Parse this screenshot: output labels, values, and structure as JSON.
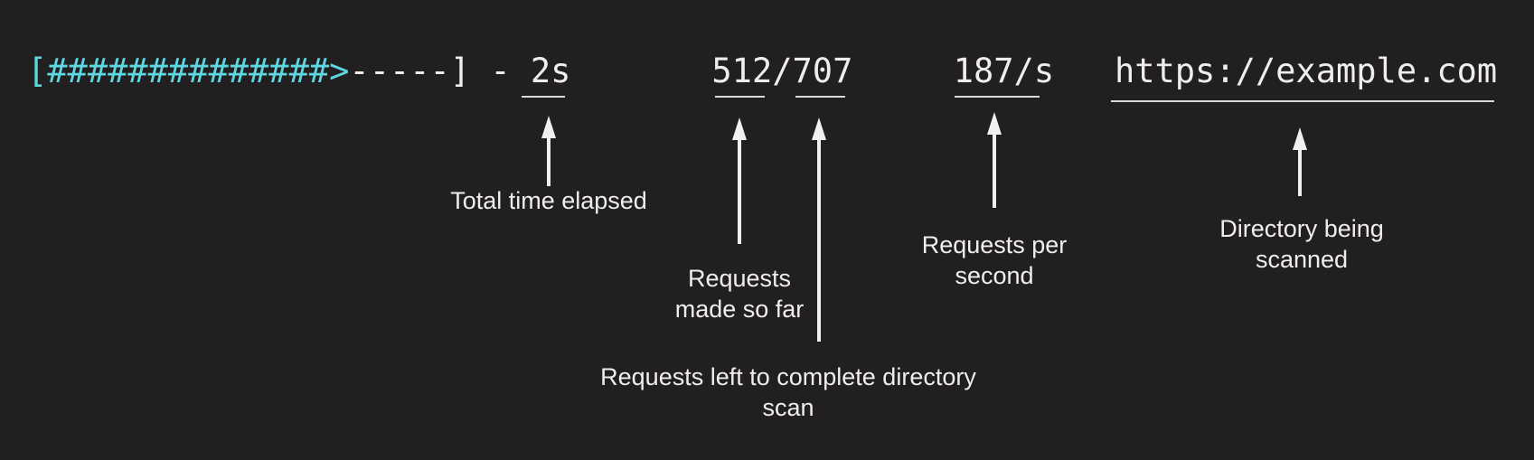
{
  "colors": {
    "bg": "#221f20",
    "fg": "#f0eeec",
    "cyan": "#5ed7e1",
    "arrow": "#f0f0f0",
    "underline": "#dadada"
  },
  "line": {
    "bar_filled": "[##############>",
    "bar_rest": "-----]",
    "dash_sep": " - ",
    "elapsed": "2s",
    "sp1": "       ",
    "made": "512",
    "slash": "/",
    "total": "707",
    "sp2": "     ",
    "rate": "187/s",
    "sp3": "   ",
    "url": "https://example.com"
  },
  "annotations": {
    "elapsed": {
      "text": "Total time elapsed"
    },
    "made": {
      "text": "Requests\nmade so far"
    },
    "remaining": {
      "text": "Requests left to complete directory\nscan"
    },
    "rate": {
      "text": "Requests per\nsecond"
    },
    "directory": {
      "text": "Directory being\nscanned"
    }
  }
}
